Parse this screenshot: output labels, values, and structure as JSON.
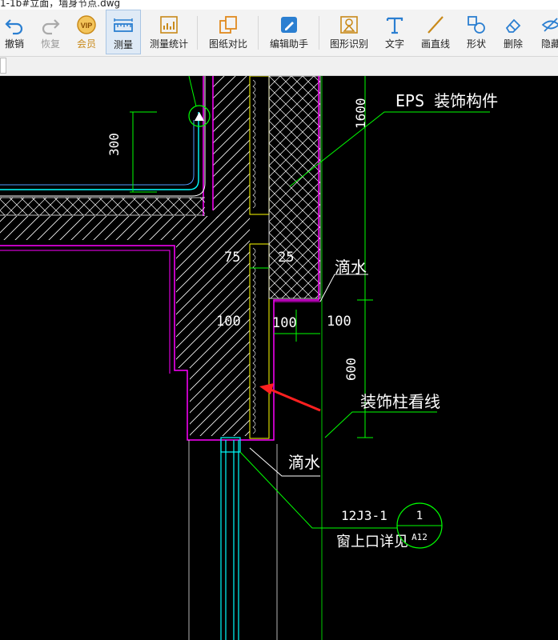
{
  "window": {
    "title": "1-1b#立面，墙身节点.dwg"
  },
  "toolbar": {
    "undo": "撤销",
    "redo": "恢复",
    "vip": "会员",
    "vip_badge": "VIP",
    "measure": "测量",
    "measure_stats": "测量统计",
    "compare": "图纸对比",
    "edit_helper": "编辑助手",
    "shape_recognition": "图形识别",
    "text": "文字",
    "draw_line": "画直线",
    "shape": "形状",
    "delete": "删除",
    "hide": "隐藏"
  },
  "drawing": {
    "label_eps": "EPS 装饰构件",
    "dim_1600": "1600",
    "dim_300": "300",
    "dim_75": "75",
    "dim_25": "25",
    "label_drip_top": "滴水",
    "dim_100_left": "100",
    "dim_100_mid": "100",
    "dim_100_right": "100",
    "dim_600": "600",
    "label_column_line": "装饰柱看线",
    "label_drip_bottom": "滴水",
    "ref_code": "12J3-1",
    "ref_desc": "窗上口详见",
    "ref_num": "1",
    "ref_sheet": "A12"
  },
  "colors": {
    "cad_background": "#000000",
    "green": "#00ff00",
    "white": "#ffffff",
    "magenta": "#ff00ff",
    "yellow": "#ffff00",
    "cyan": "#00ffff",
    "red_arrow": "#ff2020",
    "toolbar_bg": "#f3f3f3",
    "icon_blue": "#2b7fd1"
  }
}
